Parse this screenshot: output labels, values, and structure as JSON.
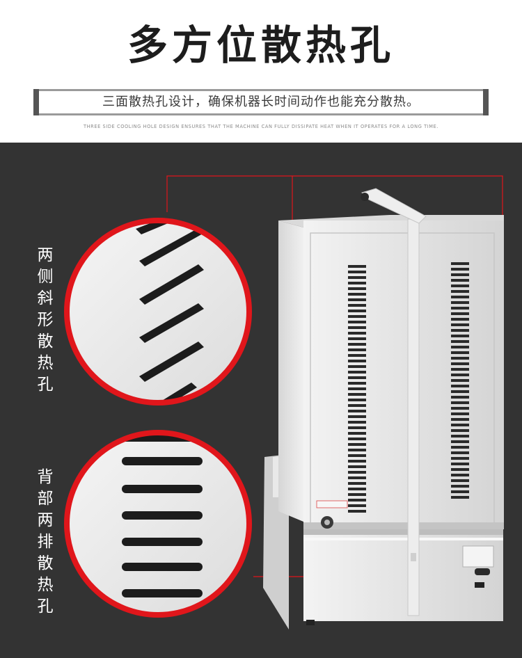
{
  "header": {
    "title": "多方位散热孔",
    "subtitle": "三面散热孔设计，确保机器长时间动作也能充分散热。",
    "english": "THREE SIDE COOLING HOLE DESIGN ENSURES THAT THE MACHINE CAN FULLY DISSIPATE HEAT WHEN IT OPERATES FOR A LONG TIME."
  },
  "callouts": {
    "side": {
      "label": [
        "两",
        "侧",
        "斜",
        "形",
        "散",
        "热",
        "孔"
      ]
    },
    "back": {
      "label": [
        "背",
        "部",
        "两",
        "排",
        "散",
        "热",
        "孔"
      ]
    }
  },
  "colors": {
    "background_dark": "#333333",
    "accent_red": "#e0161b",
    "steel_light": "#e6e6e6",
    "slot_dark": "#1e1e1e"
  }
}
